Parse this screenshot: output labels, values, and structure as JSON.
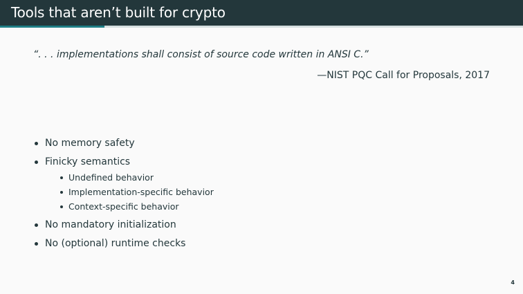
{
  "slide": {
    "title": "Tools that aren’t built for crypto",
    "progress_fraction": 0.2,
    "quote": "“. . . implementations shall consist of source code written in ANSI C.”",
    "attribution": "—NIST PQC Call for Proposals, 2017",
    "bullets": [
      {
        "text": "No memory safety"
      },
      {
        "text": "Finicky semantics",
        "sub": [
          "Undefined behavior",
          "Implementation-specific behavior",
          "Context-specific behavior"
        ]
      },
      {
        "text": "No mandatory initialization"
      },
      {
        "text": "No (optional) runtime checks"
      }
    ],
    "page_number": "4"
  }
}
